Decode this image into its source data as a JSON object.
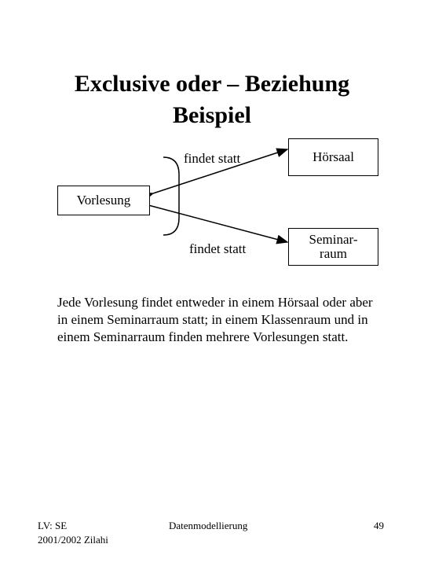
{
  "slide": {
    "title_line1": "Exclusive oder – Beziehung",
    "title_line2": "Beispiel"
  },
  "diagram": {
    "entity_left": "Vorlesung",
    "entity_top_right": "Hörsaal",
    "entity_bottom_right_line1": "Seminar-",
    "entity_bottom_right_line2": "raum",
    "relation_top_label": "findet statt",
    "relation_bottom_label": "findet statt"
  },
  "body": {
    "text": "Jede Vorlesung findet entweder in einem Hörsaal oder aber in einem Seminarraum statt; in einem Klassenraum und in einem Seminarraum finden mehrere Vorlesungen statt."
  },
  "footer": {
    "left_line1": "LV: SE",
    "left_line2": "2001/2002 Zilahi",
    "center": "Datenmodellierung",
    "page_number": "49"
  }
}
